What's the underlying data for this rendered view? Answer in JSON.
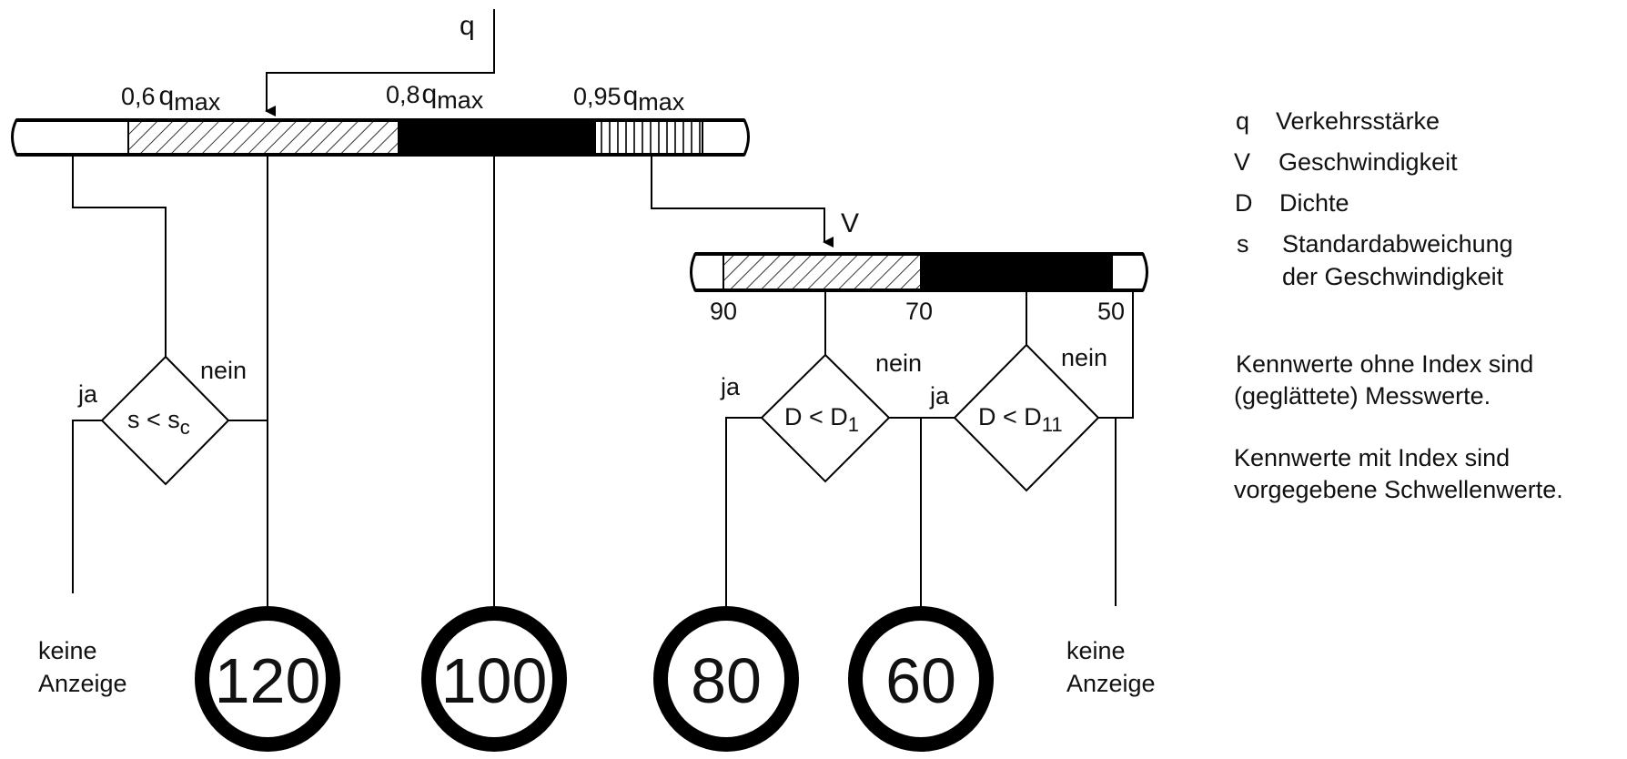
{
  "top_input": {
    "label": "q",
    "thresholds": [
      {
        "label": "0,6",
        "sub": "max"
      },
      {
        "label": "0,8",
        "sub": "max"
      },
      {
        "label": "0,95",
        "sub": "max"
      }
    ]
  },
  "speed_input": {
    "label": "V",
    "ticks": [
      "90",
      "70",
      "50"
    ]
  },
  "decisions": [
    {
      "text": "s < s",
      "sub": "c",
      "yes": "ja",
      "no": "nein"
    },
    {
      "text": "D < D",
      "sub": "1",
      "yes": "ja",
      "no": "nein"
    },
    {
      "text": "D < D",
      "sub": "11",
      "yes": "ja",
      "no": "nein"
    }
  ],
  "signs": [
    {
      "value": "120"
    },
    {
      "value": "100"
    },
    {
      "value": "80"
    },
    {
      "value": "60"
    }
  ],
  "no_display": {
    "line1": "keine",
    "line2": "Anzeige"
  },
  "legend": [
    {
      "key": "q",
      "desc": "Verkehrsstärke"
    },
    {
      "key": "V",
      "desc": "Geschwindigkeit"
    },
    {
      "key": "D",
      "desc": "Dichte"
    },
    {
      "key": "s",
      "desc": "Standardabweichung",
      "desc2": "der Geschwindigkeit"
    }
  ],
  "notes": [
    {
      "line1": "Kennwerte ohne Index sind",
      "line2": "(geglättete) Messwerte."
    },
    {
      "line1": "Kennwerte mit Index sind",
      "line2": "vorgegebene Schwellenwerte."
    }
  ],
  "colors": {
    "ink": "#000000",
    "background": "#ffffff"
  }
}
